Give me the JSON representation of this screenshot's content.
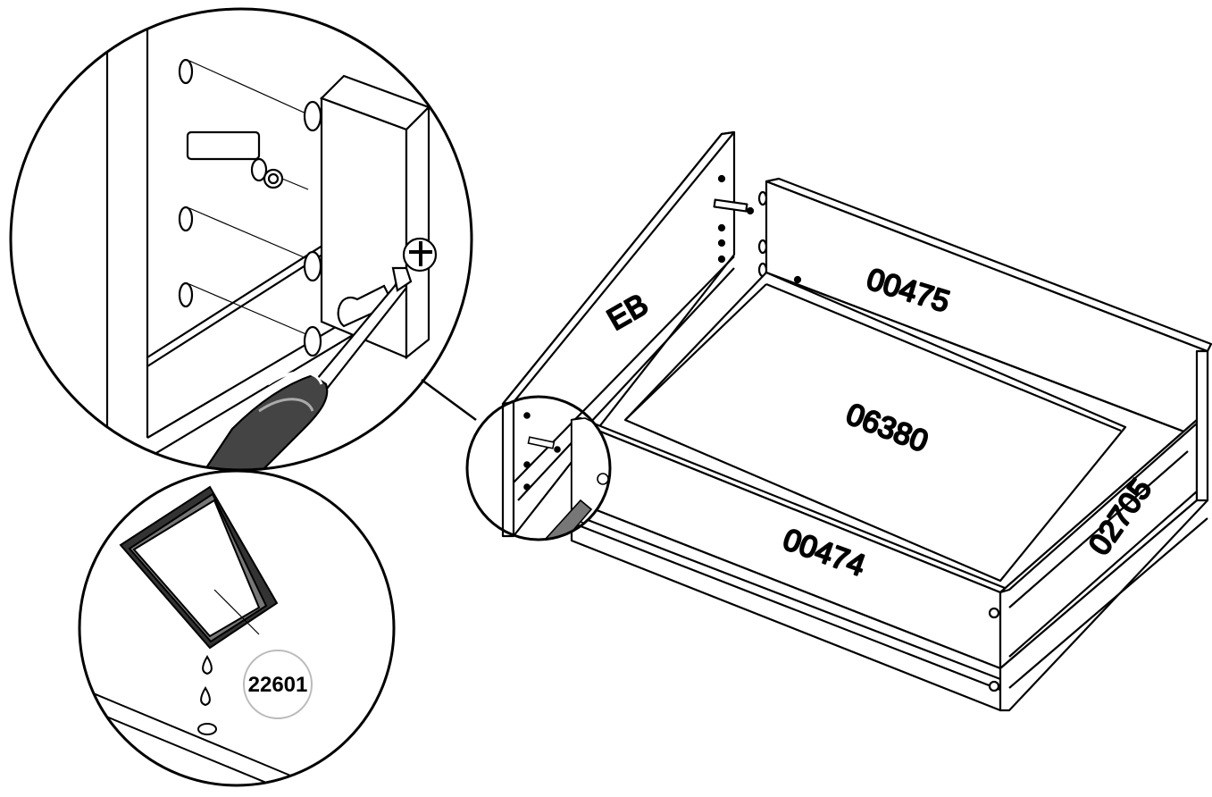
{
  "diagram": {
    "parts": {
      "end_board": "EB",
      "back_panel": "00475",
      "bottom_panel": "06380",
      "front_panel": "02705",
      "side_panel": "00474"
    },
    "callouts": {
      "glue": "22601"
    },
    "colors": {
      "line": "#000000",
      "fill": "#ffffff",
      "shade": "#d9d9d9",
      "dark": "#333333"
    }
  }
}
